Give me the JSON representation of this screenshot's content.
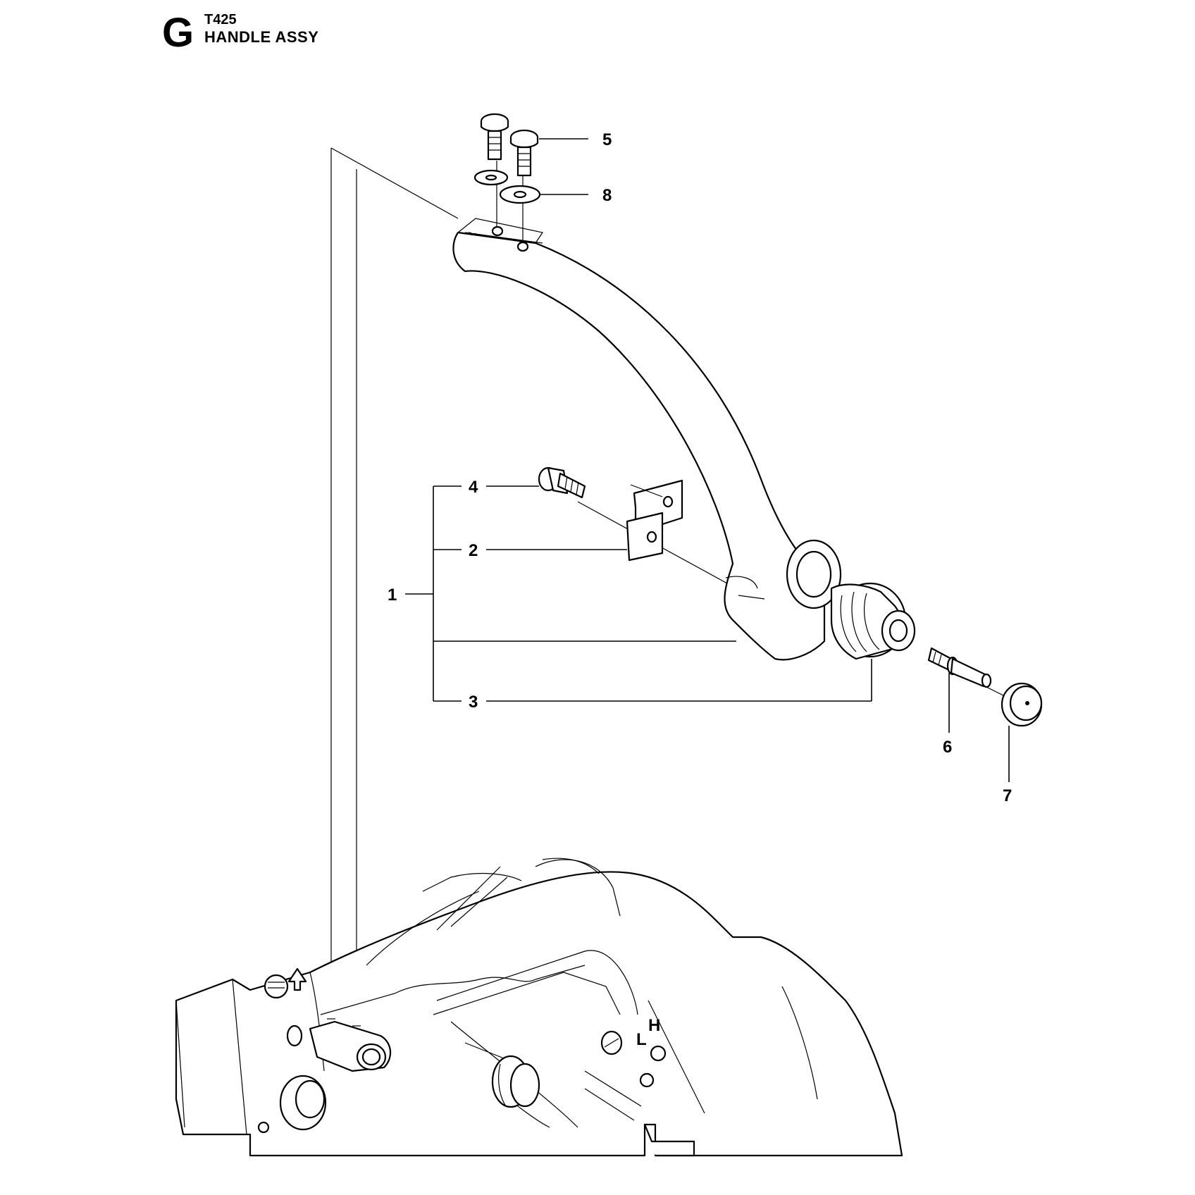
{
  "header": {
    "section_letter": "G",
    "model": "T425",
    "title": "HANDLE ASSY"
  },
  "callouts": [
    {
      "id": "c1",
      "label": "1"
    },
    {
      "id": "c2",
      "label": "2"
    },
    {
      "id": "c3",
      "label": "3"
    },
    {
      "id": "c4",
      "label": "4"
    },
    {
      "id": "c5",
      "label": "5"
    },
    {
      "id": "c6",
      "label": "6"
    },
    {
      "id": "c7",
      "label": "7"
    },
    {
      "id": "c8",
      "label": "8"
    }
  ],
  "engine_markings": {
    "left": "L",
    "high": "H"
  }
}
